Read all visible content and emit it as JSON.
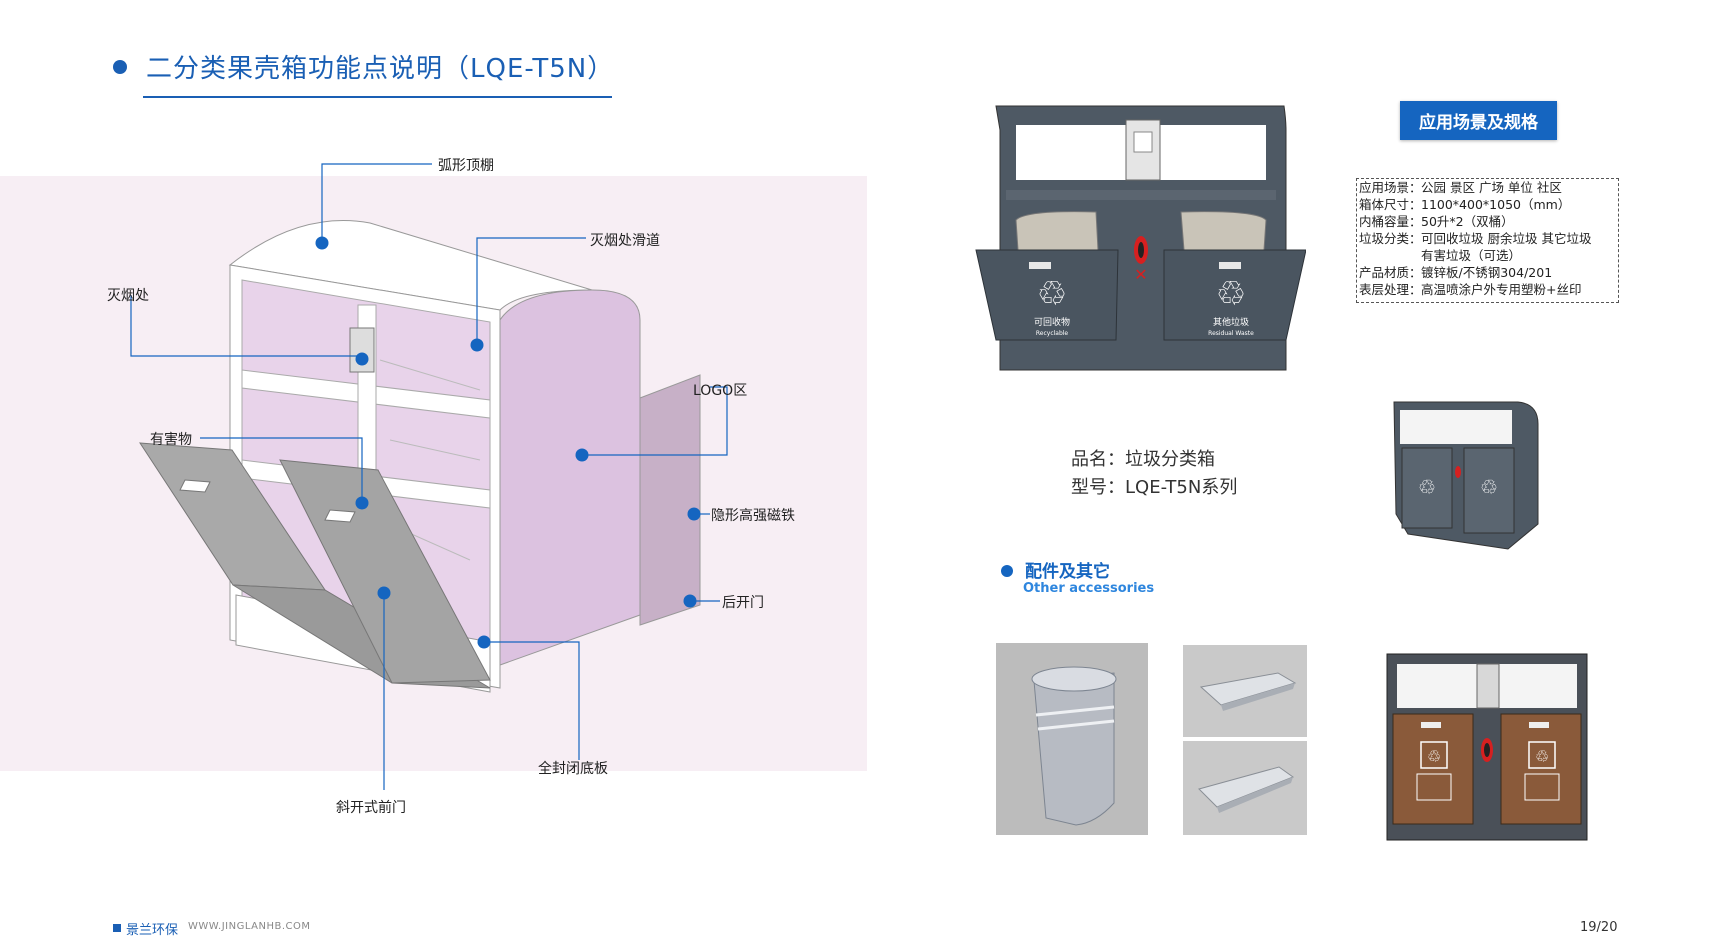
{
  "title": "二分类果壳箱功能点说明（LQE-T5N）",
  "diagram": {
    "labels": {
      "arc_canopy": "弧形顶棚",
      "ash_chute": "灭烟处滑道",
      "ash_point": "灭烟处",
      "logo_area": "LOGO区",
      "hazardous": "有害物",
      "magnet": "隐形高强磁铁",
      "rear_door": "后开门",
      "sealed_bottom": "全封闭底板",
      "front_door": "斜开式前门"
    }
  },
  "specs": {
    "button": "应用场景及规格",
    "rows": [
      {
        "k": "应用场景：",
        "v": "公园 景区 广场 单位 社区"
      },
      {
        "k": "箱体尺寸：",
        "v": "1100*400*1050（mm）"
      },
      {
        "k": "内桶容量：",
        "v": "50升*2（双桶）"
      },
      {
        "k": "垃圾分类：",
        "v": "可回收垃圾 厨余垃圾 其它垃圾"
      },
      {
        "k": "",
        "v": "有害垃圾（可选）"
      },
      {
        "k": "产品材质：",
        "v": "镀锌板/不锈钢304/201"
      },
      {
        "k": "表层处理：",
        "v": "高温喷涂户外专用塑粉+丝印"
      }
    ]
  },
  "product": {
    "name_line": "品名：垃圾分类箱",
    "model_line": "型号：LQE-T5N系列",
    "bin_left": "可回收物",
    "bin_right": "其他垃圾",
    "bin_left_en": "Recyclable",
    "bin_right_en": "Residual Waste"
  },
  "accessories": {
    "title": "配件及其它",
    "subtitle": "Other accessories"
  },
  "footer": {
    "brand": "景兰环保",
    "url": "WWW.JINGLANHB.COM",
    "page": "19/20"
  },
  "colors": {
    "accent": "#1a5fb4",
    "bin_body": "#4a5560",
    "bin_brown": "#8a5a3a",
    "diagram_fill": "#dcc2e0"
  }
}
